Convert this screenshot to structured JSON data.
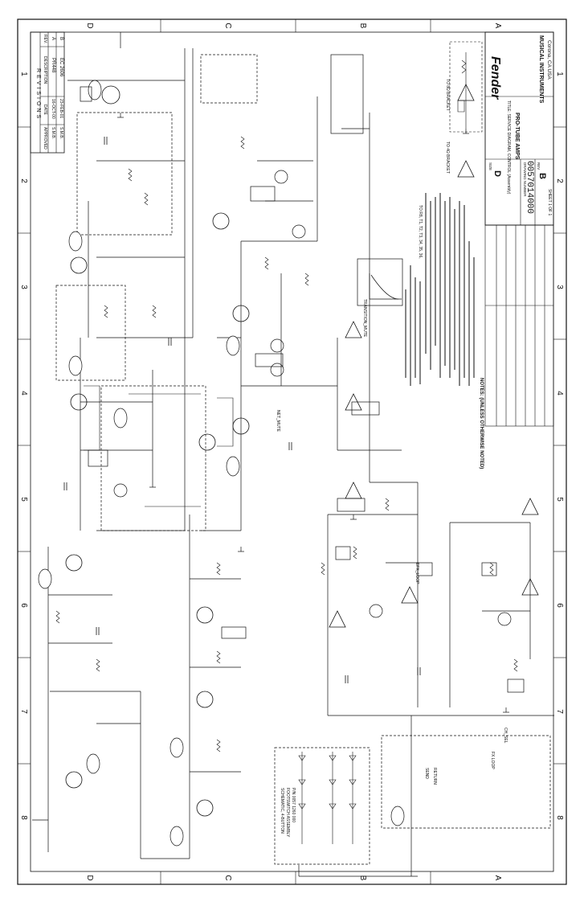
{
  "zone_letters": [
    "D",
    "C",
    "B",
    "A"
  ],
  "zone_numbers": [
    "1",
    "2",
    "3",
    "4",
    "5",
    "6",
    "7",
    "8"
  ],
  "revisions": {
    "title": "REVISIONS",
    "headers": [
      "REV.",
      "DESCRIPTION",
      "DATE",
      "APPROVED"
    ],
    "rows": [
      [
        "A",
        "PR448",
        "16-OCT-00",
        "S.M.B."
      ],
      [
        "B",
        "EC 2606",
        "23-FEB-01",
        "S.M.B."
      ]
    ]
  },
  "title_block": {
    "company": "MUSICAL INSTRUMENTS",
    "location": "Corona, CA USA",
    "sheet_title_1": "TITLE: SERVICE DIAGRAM, CONTROL (Assembly)",
    "sheet_title_2": "PRO-TUBE AMPS",
    "drawing_number": "0057014000",
    "rev": "B",
    "size": "D",
    "sheet": "SHEET 1 OF 1",
    "size_label": "SIZE",
    "drawing_number_label": "DRAWING NUMBER",
    "rev_label": "REV"
  },
  "bracket_labels": [
    "TO 8Ω BRACKET",
    "TO 4Ω BRACKET"
  ],
  "notes_heading": "NOTES: (UNLESS OTHERWISE NOTED)",
  "switch_box": [
    "SCHEMATIC, 4-BUTTON",
    "FOOTSWITCH ASSEMBLY",
    "P/N 0057 1260 000"
  ],
  "net_labels": [
    "EFX_LOOP",
    "FX LOOP",
    "TRANSITION_MUTE",
    "NET_MUTE",
    "CH_SEL",
    "SEND",
    "RETURN"
  ]
}
